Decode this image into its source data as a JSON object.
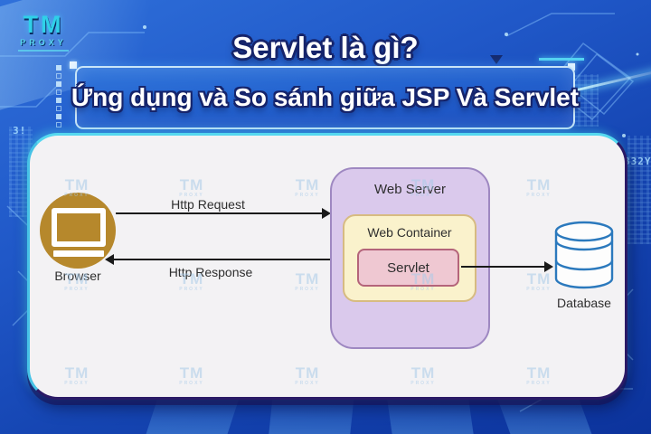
{
  "logo": {
    "line1": "TM",
    "line2": "PROXY"
  },
  "header": {
    "title": "Servlet là gì?",
    "subtitle": "Ứng dụng và So sánh giữa JSP Và Servlet"
  },
  "bg": {
    "left_code": "3!",
    "right_code": "832Y"
  },
  "watermark": {
    "line1": "TM",
    "line2": "PROXY"
  },
  "diagram": {
    "browser_label": "Browser",
    "request_label": "Http Request",
    "response_label": "Http Response",
    "web_server_label": "Web Server",
    "web_container_label": "Web Container",
    "servlet_label": "Servlet",
    "database_label": "Database"
  },
  "colors": {
    "background_blue": "#1d55c4",
    "accent_cyan": "#54d4f2",
    "title_fill": "#ffffff",
    "title_outline": "#16246b",
    "panel_bg": "#f3f2f4",
    "panel_border_dark": "#2b1a66",
    "browser_gold": "#b6882c",
    "web_server_fill": "#dac9ec",
    "web_server_border": "#9e88c1",
    "web_container_fill": "#faf2cc",
    "web_container_border": "#d7bb81",
    "servlet_fill": "#efc8d2",
    "servlet_border": "#b4647a",
    "database_stroke": "#2b79bd",
    "arrow_color": "#1a1a1a"
  }
}
